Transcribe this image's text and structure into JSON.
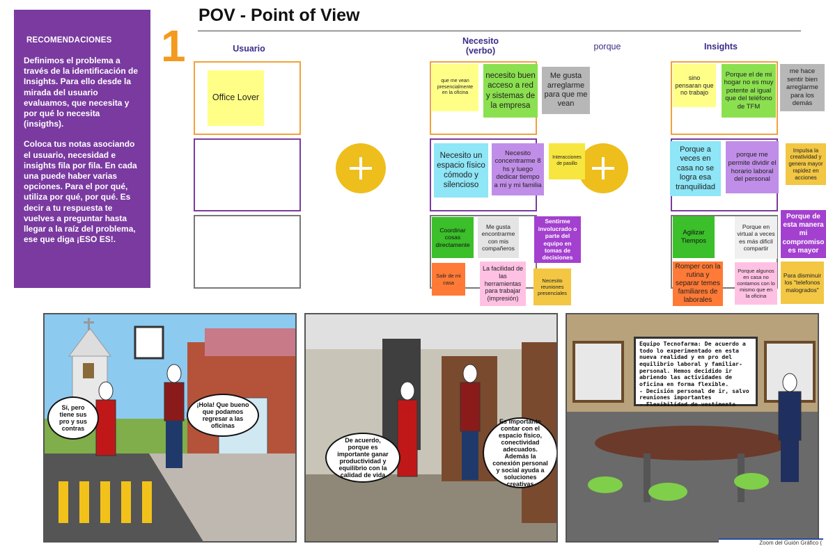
{
  "title": "POV - Point of View",
  "step_number": "1",
  "recommendations": {
    "heading": "RECOMENDACIONES",
    "p1": "Definimos el problema a través de la identificación de Insights.  Para ello desde la mirada del usuario evaluamos, que necesita y por qué lo necesita (insigths).",
    "p2": "Coloca tus notas asociando el usuario, necesidad e insights fila por fila.  En cada una puede haber varias opciones.  Para el por qué, utiliza por qué, por qué.  Es decir a tu respuesta te vuelves a preguntar hasta llegar a la raíz del problema, ese que diga ¡ESO ES!."
  },
  "columns": {
    "usuario": "Usuario",
    "necesito": "Necesito\n(verbo)",
    "porque": "porque",
    "insights": "Insights"
  },
  "usuario_note": "Office Lover",
  "need_notes": [
    "que me vean presencialmente en la oficina",
    "necesito buen acceso a red y sistemas de la empresa",
    "Me gusta arreglarme para que me vean",
    "Necesito un espacio físico cómodo y silencioso",
    "Necesito concentrarme 8 hs y luego dedicar tiempo a mi y mi familia",
    "Interacciones de pasillo",
    "Coordinar cosas directamente",
    "Me gusta encontrarme con mis compañeros",
    "Sentirme involucrado o parte del equipo en tomas de decisiones",
    "Salir de mi casa",
    "La facilidad de las herramientas para trabajar (impresión)",
    "Necesito reuniones presenciales"
  ],
  "insight_notes": [
    "sino pensaran que no trabajo",
    "Porque el de mi hogar no es muy potente al igual que del teléfono de TFM",
    "me hace sentir bien arreglarme para los demás",
    "Porque a veces en casa no se logra esa tranquilidad",
    "porque me permite dividir el horario laboral del personal",
    "Impulsa la creatividad y genera mayor rapidez en acciones",
    "Agilizar Tiempos",
    "Porque en virtual a veces es más dificil compartir",
    "Porque de esta manera mi compromiso es mayor",
    "Romper con la rutina y separar temes familiares de laborales",
    "Porque algunos en casa no contamos con lo mismo que en la oficina",
    "Para disminuir los \"telefonos malogrados\""
  ],
  "comic": {
    "panel1": {
      "bubble_left": "Sí, pero tiene sus pro y sus contras",
      "bubble_right": "¡Hola! Que bueno que podamos regresar a las oficinas"
    },
    "panel2": {
      "bubble_left": "De acuerdo, porque es importante ganar productividad y equilibrio con la calidad de vida",
      "bubble_right": "Es importante contar con el espacio físico, conectividad adecuados. Además la conexión personal y social ayuda a soluciones creativas"
    },
    "panel3": {
      "board_text": "Equipo Tecnofarma: De acuerdo a todo lo experimentado en esta nueva realidad y en pro del equilibrio laboral y familiar-personal. Hemos decidido ir abriendo las actividades de oficina en forma flexible.\n- Decisión personal de ir, salvo reuniones importantes\n- Flexibilidad de vestimenta"
    }
  },
  "footer": "Zoom del Guión Gráfico (",
  "colors": {
    "accent_purple": "#7a3aa0",
    "accent_orange": "#f39a1f",
    "plus_yellow": "#eebe1c"
  }
}
